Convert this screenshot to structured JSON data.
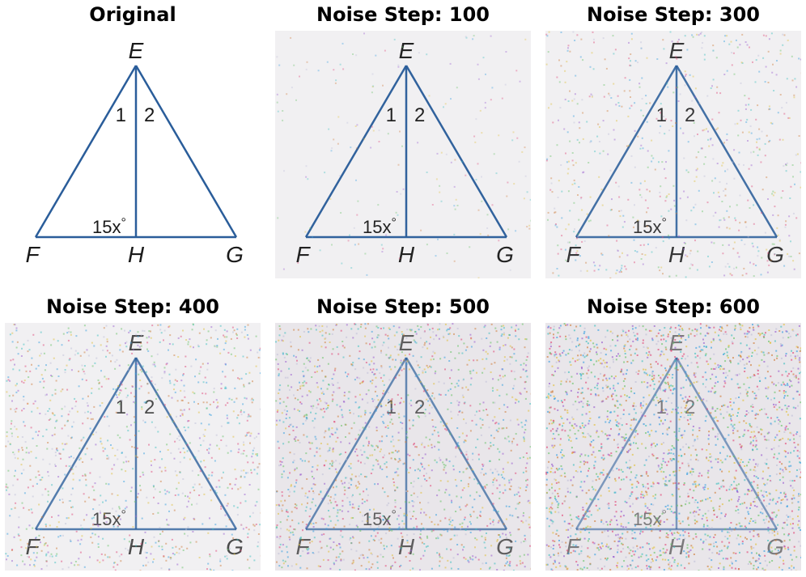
{
  "panels": [
    {
      "title": "Original",
      "noise": 0.0
    },
    {
      "title": "Noise Step: 100",
      "noise": 0.06
    },
    {
      "title": "Noise Step: 300",
      "noise": 0.22
    },
    {
      "title": "Noise Step: 400",
      "noise": 0.38
    },
    {
      "title": "Noise Step: 500",
      "noise": 0.55
    },
    {
      "title": "Noise Step: 600",
      "noise": 0.78
    }
  ],
  "diagram": {
    "vertex_labels": {
      "E": "E",
      "F": "F",
      "G": "G",
      "H": "H"
    },
    "angle_labels": {
      "one": "1",
      "two": "2"
    },
    "angle_expr": "15x",
    "degree": "°",
    "line_color": "#2a5d9a"
  }
}
